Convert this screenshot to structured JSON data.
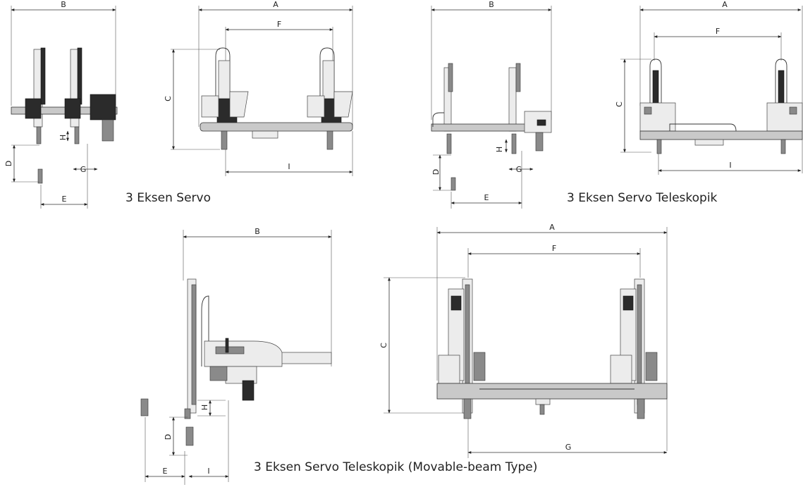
{
  "captions": {
    "servo": "3 Eksen Servo",
    "telescopic": "3 Eksen Servo Teleskopik",
    "movable_beam": "3 Eksen Servo Teleskopik (Movable-beam  Type)"
  },
  "dims": {
    "A": "A",
    "B": "B",
    "C": "C",
    "D": "D",
    "E": "E",
    "F": "F",
    "G": "G",
    "H": "H",
    "I": "I"
  }
}
